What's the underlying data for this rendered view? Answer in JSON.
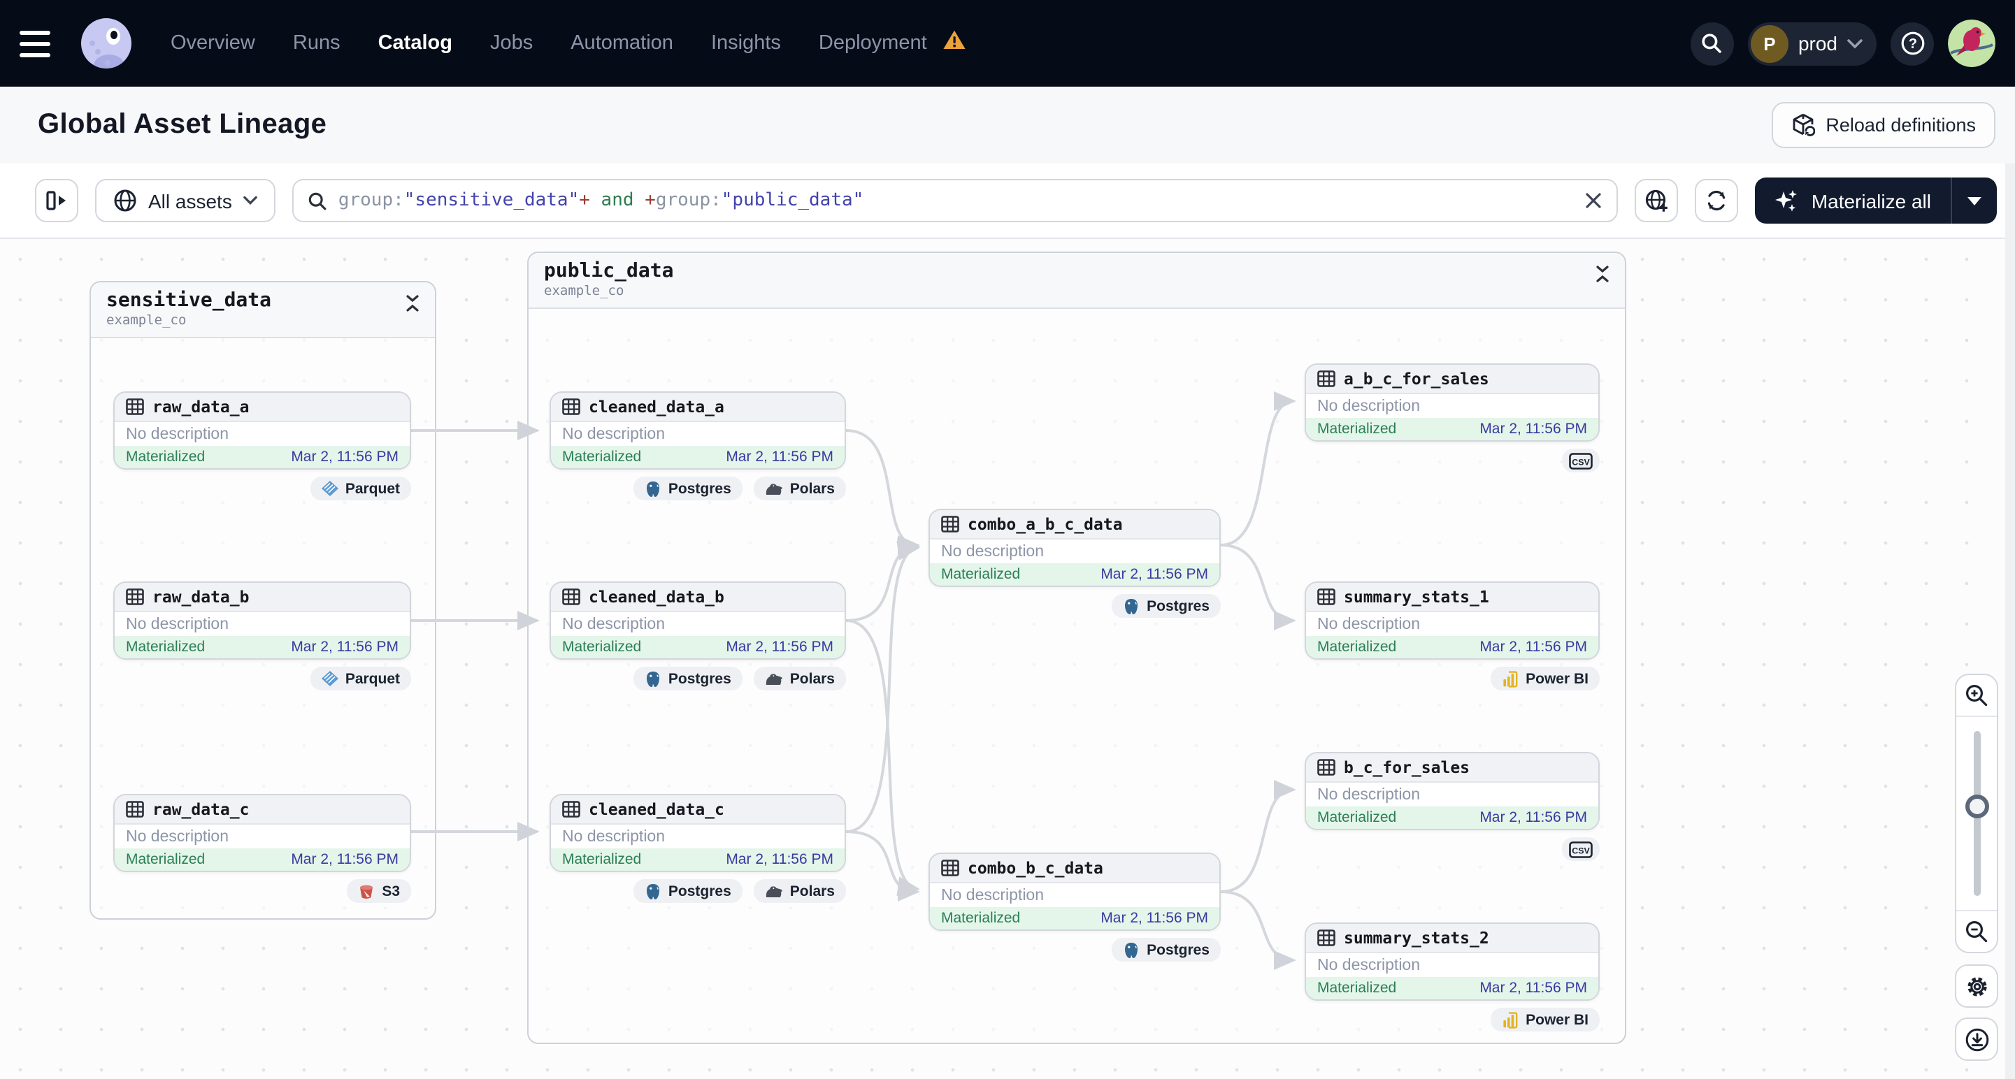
{
  "nav": {
    "items": [
      {
        "label": "Overview",
        "active": false
      },
      {
        "label": "Runs",
        "active": false
      },
      {
        "label": "Catalog",
        "active": true
      },
      {
        "label": "Jobs",
        "active": false
      },
      {
        "label": "Automation",
        "active": false
      },
      {
        "label": "Insights",
        "active": false
      },
      {
        "label": "Deployment",
        "active": false,
        "warning": true
      }
    ],
    "env": {
      "initial": "P",
      "name": "prod"
    }
  },
  "header": {
    "title": "Global Asset Lineage",
    "reload_label": "Reload definitions"
  },
  "toolbar": {
    "scope_label": "All assets",
    "query_segments": [
      {
        "type": "key",
        "text": "group:"
      },
      {
        "type": "string",
        "text": "\"sensitive_data\""
      },
      {
        "type": "plus",
        "text": "+"
      },
      {
        "type": "op",
        "text": " and "
      },
      {
        "type": "plus",
        "text": "+"
      },
      {
        "type": "key",
        "text": "group:"
      },
      {
        "type": "string",
        "text": "\"public_data\""
      }
    ],
    "materialize_label": "Materialize all"
  },
  "groups": {
    "sensitive": {
      "title": "sensitive_data",
      "subtitle": "example_co"
    },
    "public": {
      "title": "public_data",
      "subtitle": "example_co"
    }
  },
  "nodes": {
    "raw_data_a": {
      "name": "raw_data_a",
      "description": "No description",
      "status": "Materialized",
      "timestamp": "Mar 2, 11:56 PM",
      "badges": [
        {
          "icon": "parquet-icon",
          "label": "Parquet"
        }
      ]
    },
    "raw_data_b": {
      "name": "raw_data_b",
      "description": "No description",
      "status": "Materialized",
      "timestamp": "Mar 2, 11:56 PM",
      "badges": [
        {
          "icon": "parquet-icon",
          "label": "Parquet"
        }
      ]
    },
    "raw_data_c": {
      "name": "raw_data_c",
      "description": "No description",
      "status": "Materialized",
      "timestamp": "Mar 2, 11:56 PM",
      "badges": [
        {
          "icon": "s3-icon",
          "label": "S3"
        }
      ]
    },
    "cleaned_data_a": {
      "name": "cleaned_data_a",
      "description": "No description",
      "status": "Materialized",
      "timestamp": "Mar 2, 11:56 PM",
      "badges": [
        {
          "icon": "postgres-icon",
          "label": "Postgres"
        },
        {
          "icon": "polars-icon",
          "label": "Polars"
        }
      ]
    },
    "cleaned_data_b": {
      "name": "cleaned_data_b",
      "description": "No description",
      "status": "Materialized",
      "timestamp": "Mar 2, 11:56 PM",
      "badges": [
        {
          "icon": "postgres-icon",
          "label": "Postgres"
        },
        {
          "icon": "polars-icon",
          "label": "Polars"
        }
      ]
    },
    "cleaned_data_c": {
      "name": "cleaned_data_c",
      "description": "No description",
      "status": "Materialized",
      "timestamp": "Mar 2, 11:56 PM",
      "badges": [
        {
          "icon": "postgres-icon",
          "label": "Postgres"
        },
        {
          "icon": "polars-icon",
          "label": "Polars"
        }
      ]
    },
    "combo_a_b_c_data": {
      "name": "combo_a_b_c_data",
      "description": "No description",
      "status": "Materialized",
      "timestamp": "Mar 2, 11:56 PM",
      "badges": [
        {
          "icon": "postgres-icon",
          "label": "Postgres"
        }
      ]
    },
    "combo_b_c_data": {
      "name": "combo_b_c_data",
      "description": "No description",
      "status": "Materialized",
      "timestamp": "Mar 2, 11:56 PM",
      "badges": [
        {
          "icon": "postgres-icon",
          "label": "Postgres"
        }
      ]
    },
    "a_b_c_for_sales": {
      "name": "a_b_c_for_sales",
      "description": "No description",
      "status": "Materialized",
      "timestamp": "Mar 2, 11:56 PM",
      "badges": [
        {
          "icon": "csv-icon",
          "label": "csv"
        }
      ]
    },
    "summary_stats_1": {
      "name": "summary_stats_1",
      "description": "No description",
      "status": "Materialized",
      "timestamp": "Mar 2, 11:56 PM",
      "badges": [
        {
          "icon": "powerbi-icon",
          "label": "Power BI"
        }
      ]
    },
    "b_c_for_sales": {
      "name": "b_c_for_sales",
      "description": "No description",
      "status": "Materialized",
      "timestamp": "Mar 2, 11:56 PM",
      "badges": [
        {
          "icon": "csv-icon",
          "label": "csv"
        }
      ]
    },
    "summary_stats_2": {
      "name": "summary_stats_2",
      "description": "No description",
      "status": "Materialized",
      "timestamp": "Mar 2, 11:56 PM",
      "badges": [
        {
          "icon": "powerbi-icon",
          "label": "Power BI"
        }
      ]
    }
  },
  "colors": {
    "nav_bg": "#060b18",
    "header_bg": "#f7f8fa",
    "status_green": "#2b7f56",
    "status_green_bg": "#e4f5ea",
    "timestamp_indigo": "#3a3aa0",
    "query_string_indigo": "#4343ae",
    "query_op_green": "#2e7d4f",
    "query_plus_red": "#9a3c34",
    "warning_orange": "#eda23a",
    "edge_gray": "#d4d7dc",
    "materialize_bg": "#121a2e"
  }
}
